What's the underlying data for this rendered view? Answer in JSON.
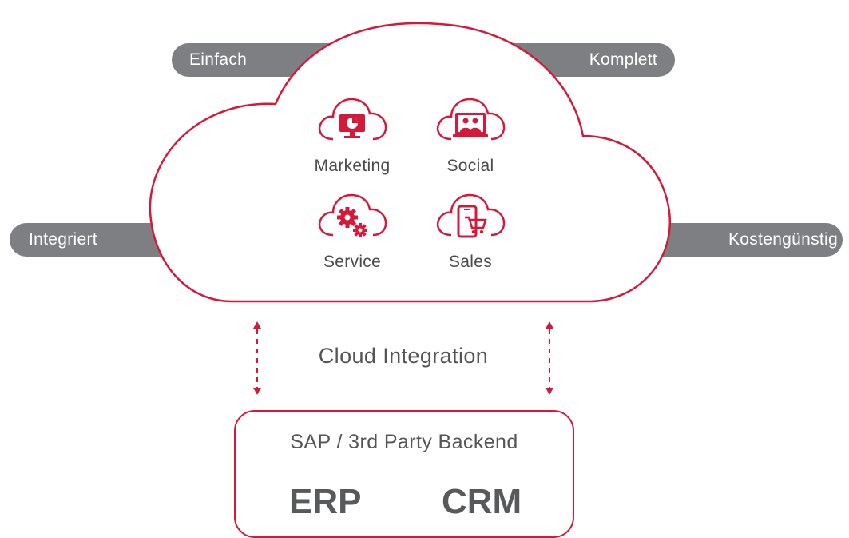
{
  "pills": {
    "einfach": "Einfach",
    "komplett": "Komplett",
    "integriert": "Integriert",
    "kostenguenstig": "Kostengünstig"
  },
  "modules": [
    {
      "label": "Marketing",
      "icon": "monitor-pie-chart-icon"
    },
    {
      "label": "Social",
      "icon": "monitor-people-icon"
    },
    {
      "label": "Service",
      "icon": "gears-icon"
    },
    {
      "label": "Sales",
      "icon": "phone-cart-icon"
    }
  ],
  "integration": {
    "label": "Cloud Integration"
  },
  "backend": {
    "title": "SAP / 3rd Party Backend",
    "systems": [
      "ERP",
      "CRM"
    ]
  },
  "colors": {
    "accent": "#d5193a",
    "pill": "#7d7f82",
    "text": "#555555"
  }
}
